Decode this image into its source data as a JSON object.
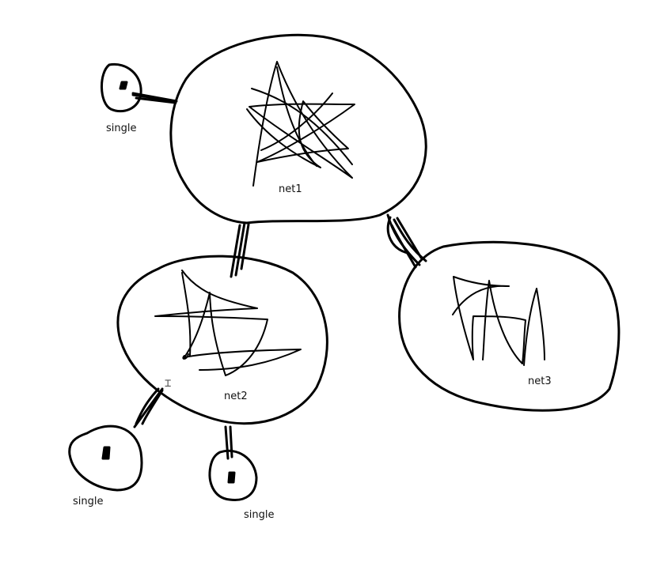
{
  "colors": {
    "background": "#ffffff",
    "ink": "#000000",
    "label": "#111111",
    "cursor": "#555555"
  },
  "labels": {
    "net1": "net1",
    "net2": "net2",
    "net3": "net3",
    "single_top": "single",
    "single_bottom_left": "single",
    "single_bottom_right": "single"
  }
}
